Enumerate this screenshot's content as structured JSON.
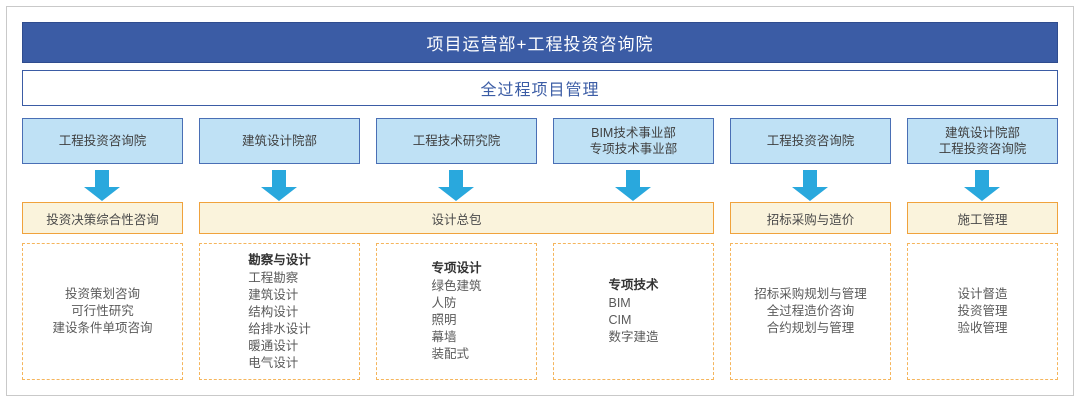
{
  "title": "项目运营部+工程投资咨询院",
  "subtitle": "全过程项目管理",
  "colors": {
    "title_bg": "#3b5ca5",
    "title_text": "#ffffff",
    "subtitle_text": "#3b5ca5",
    "dept_bg": "#bfe1f5",
    "dept_border": "#4a6fb5",
    "arrow": "#29a8dd",
    "phase_bg": "#faf3dc",
    "phase_border": "#f0a23c",
    "detail_border": "#f5b55c"
  },
  "departments": [
    {
      "line1": "工程投资咨询院",
      "line2": ""
    },
    {
      "line1": "建筑设计院部",
      "line2": ""
    },
    {
      "line1": "工程技术研究院",
      "line2": ""
    },
    {
      "line1": "BIM技术事业部",
      "line2": "专项技术事业部"
    },
    {
      "line1": "工程投资咨询院",
      "line2": ""
    },
    {
      "line1": "建筑设计院部",
      "line2": "工程投资咨询院"
    }
  ],
  "arrows": [
    {
      "name": "arrow-down-1"
    },
    {
      "name": "arrow-down-2"
    },
    {
      "name": "arrow-down-3"
    },
    {
      "name": "arrow-down-4"
    },
    {
      "name": "arrow-down-5"
    },
    {
      "name": "arrow-down-6"
    }
  ],
  "phases": [
    {
      "label": "投资决策综合性咨询"
    },
    {
      "label": "设计总包"
    },
    {
      "label": "招标采购与造价"
    },
    {
      "label": "施工管理"
    }
  ],
  "details": [
    {
      "heading": "",
      "items": [
        "投资策划咨询",
        "可行性研究",
        "建设条件单项咨询"
      ],
      "align": "centered"
    },
    {
      "heading": "勘察与设计",
      "items": [
        "工程勘察",
        "建筑设计",
        "结构设计",
        "给排水设计",
        "暖通设计",
        "电气设计"
      ],
      "align": "lefted"
    },
    {
      "heading": "专项设计",
      "items": [
        "绿色建筑",
        "人防",
        "照明",
        "幕墙",
        "装配式"
      ],
      "align": "lefted"
    },
    {
      "heading": "专项技术",
      "items": [
        "BIM",
        "CIM",
        "数字建造"
      ],
      "align": "lefted"
    },
    {
      "heading": "",
      "items": [
        "招标采购规划与管理",
        "全过程造价咨询",
        "合约规划与管理"
      ],
      "align": "centered"
    },
    {
      "heading": "",
      "items": [
        "设计督造",
        "投资管理",
        "验收管理"
      ],
      "align": "centered"
    }
  ]
}
